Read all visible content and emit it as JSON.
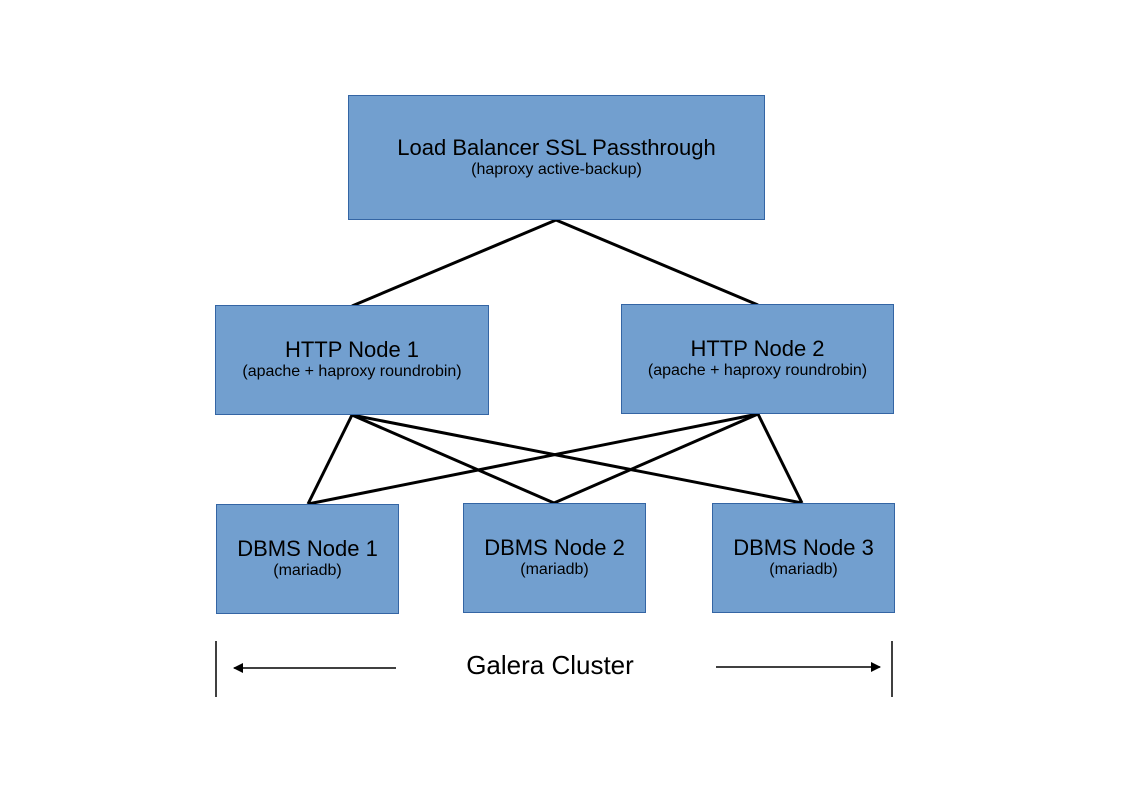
{
  "colors": {
    "box_fill": "#729fcf",
    "box_border": "#3465a4",
    "line": "#000000"
  },
  "load_balancer": {
    "title": "Load Balancer SSL Passthrough",
    "subtitle": "(haproxy active-backup)"
  },
  "http_nodes": [
    {
      "title": "HTTP Node 1",
      "subtitle": "(apache + haproxy roundrobin)"
    },
    {
      "title": "HTTP Node 2",
      "subtitle": "(apache + haproxy roundrobin)"
    }
  ],
  "dbms_nodes": [
    {
      "title": "DBMS Node 1",
      "subtitle": "(mariadb)"
    },
    {
      "title": "DBMS Node 2",
      "subtitle": "(mariadb)"
    },
    {
      "title": "DBMS Node 3",
      "subtitle": "(mariadb)"
    }
  ],
  "cluster": {
    "label": "Galera Cluster"
  }
}
